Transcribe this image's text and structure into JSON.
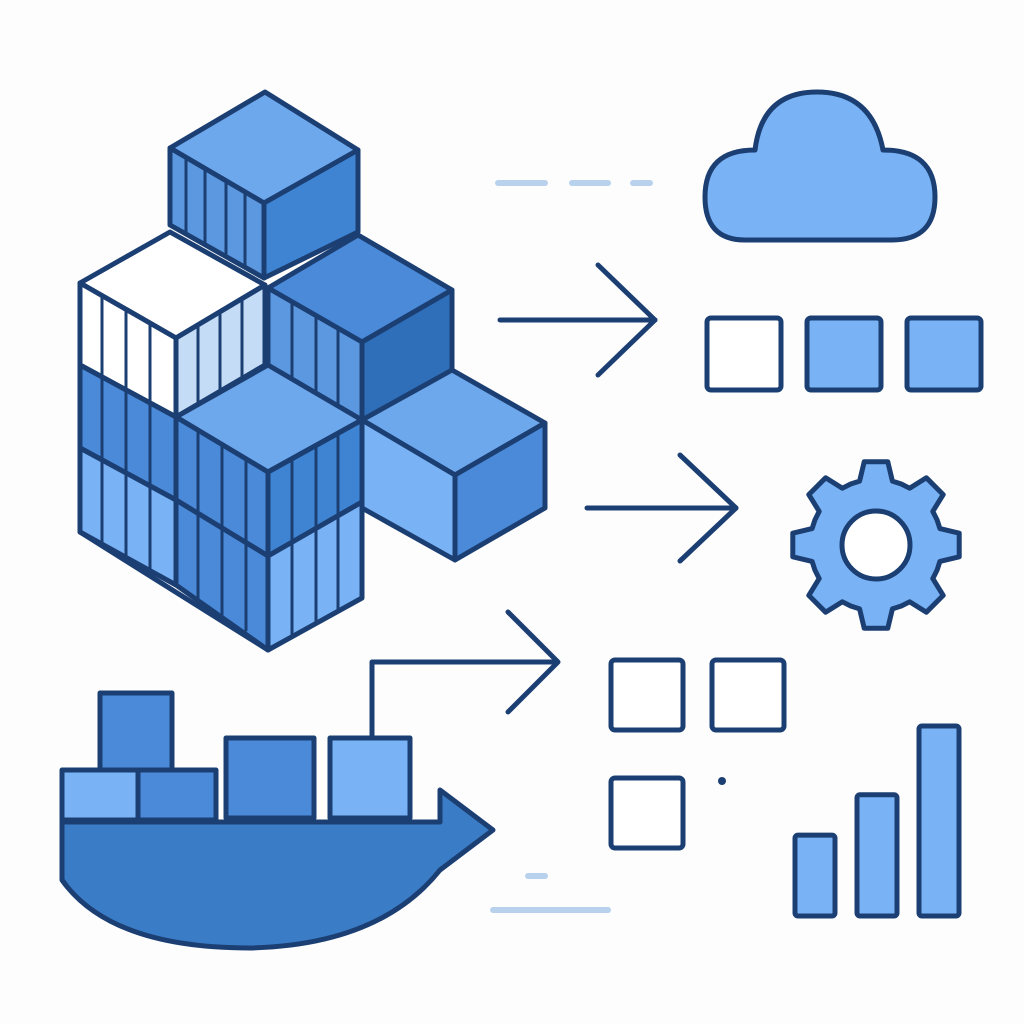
{
  "colors": {
    "background": "#fdfdfd",
    "outline": "#1c3f73",
    "top_face": "#6ea8ec",
    "right_face": "#3f84d2",
    "left_face": "#5c98e0",
    "light_fill": "#79b3f5",
    "white_fill": "#ffffff",
    "pale_fill": "#c5dcf6",
    "dash": "#b8d2ee",
    "hull": "#3a7cc6"
  },
  "icons": {
    "container_stack": "container-stack-icon",
    "cargo_ship": "cargo-ship-icon",
    "cloud": "cloud-icon",
    "gear": "gear-icon",
    "bar_chart": "bar-chart-icon",
    "arrow": "arrow-right-icon"
  },
  "top_squares": [
    {
      "fill": "white"
    },
    {
      "fill": "blue"
    },
    {
      "fill": "blue"
    }
  ],
  "grid_squares": [
    {
      "fill": "white"
    },
    {
      "fill": "white"
    },
    {
      "fill": "white"
    }
  ],
  "bar_chart": {
    "values": [
      2,
      3,
      4.7
    ]
  }
}
